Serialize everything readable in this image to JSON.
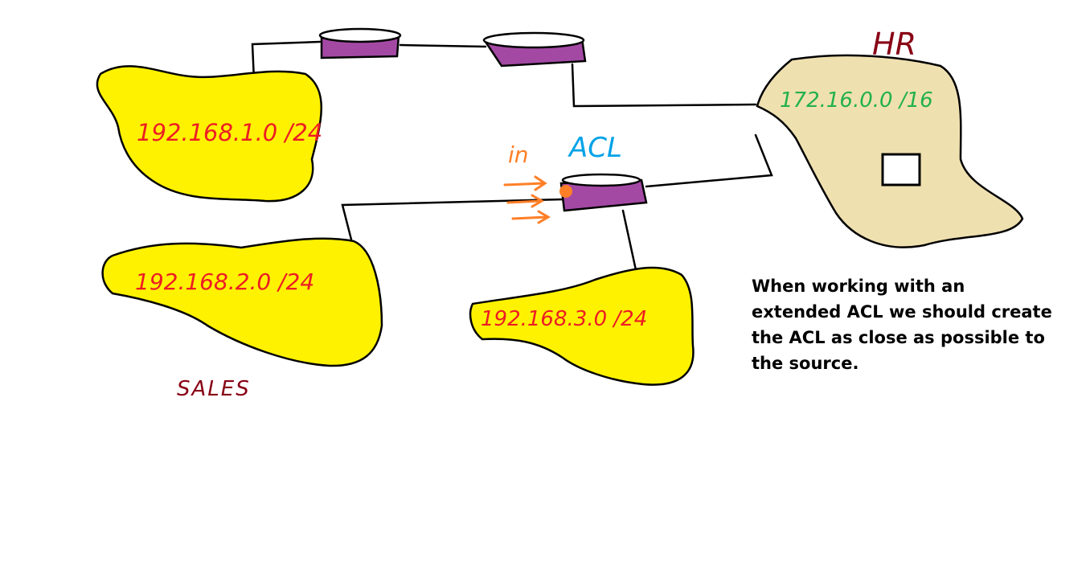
{
  "networks": {
    "net1": {
      "label": "192.168.1.0 /24"
    },
    "net2": {
      "label": "192.168.2.0 /24",
      "group_label": "SALES"
    },
    "net3": {
      "label": "192.168.3.0 /24"
    },
    "hr": {
      "label": "172.16.0.0 /16",
      "group_label": "HR"
    }
  },
  "acl": {
    "label": "ACL",
    "direction": "in"
  },
  "note": {
    "text": "When working with an extended ACL we should create the ACL as close as possible to the source."
  },
  "colors": {
    "network_fill": "#fff200",
    "hr_fill": "#efe0b0",
    "router_fill": "#a349a4",
    "network_label": "#ed1c24",
    "hr_label": "#22b14c",
    "acl_label": "#00a2e8",
    "direction": "#ff7f27",
    "group_label": "#880015",
    "line": "#000000"
  }
}
